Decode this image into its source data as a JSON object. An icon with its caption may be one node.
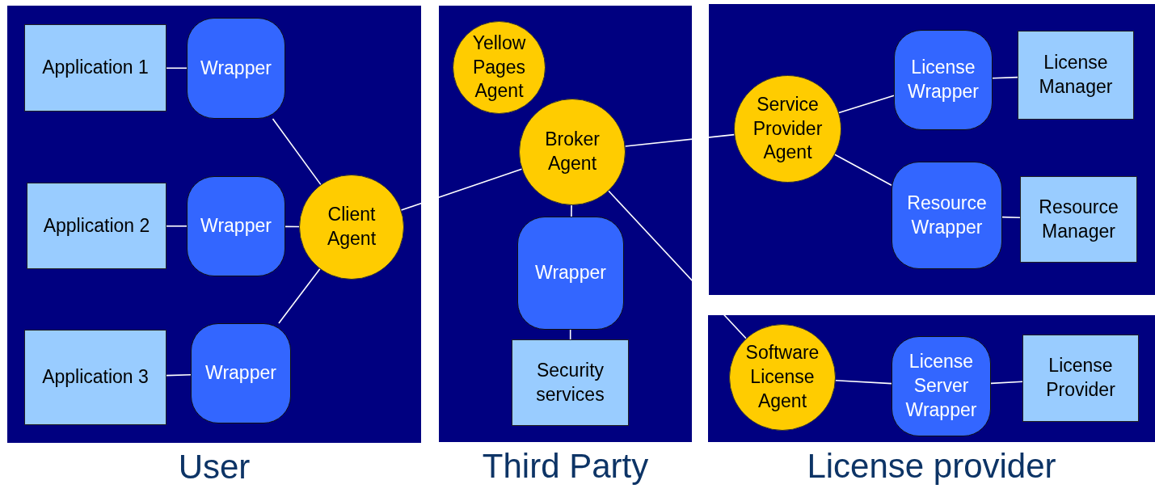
{
  "diagram": {
    "nodes": [
      {
        "text": [
          "User"
        ]
      },
      {
        "text": [
          "Application 1"
        ],
        "in": 0
      },
      {
        "text": [
          "Wrapper"
        ],
        "in": 0
      },
      {
        "text": [
          "Application 2"
        ],
        "in": 0
      },
      {
        "text": [
          "Wrapper"
        ],
        "in": 0
      },
      {
        "text": [
          "Application 3"
        ],
        "in": 0
      },
      {
        "text": [
          "Wrapper"
        ],
        "in": 0
      },
      {
        "text": [
          "Client Agent"
        ],
        "in": 0
      },
      {
        "text": [
          "Third Party"
        ]
      },
      {
        "text": [
          "Yellow Pages Agent"
        ],
        "in": 8
      },
      {
        "text": [
          "Broker Agent"
        ],
        "in": 8
      },
      {
        "text": [
          "Wrapper"
        ],
        "in": 8
      },
      {
        "text": [
          "Security services"
        ],
        "in": 8
      },
      {
        "text": [],
        "shape": "box"
      },
      {
        "text": [
          "Service Provider Agent"
        ],
        "in": 13
      },
      {
        "text": [
          "License Wrapper"
        ],
        "in": 13
      },
      {
        "text": [
          "License Manager"
        ],
        "in": 13
      },
      {
        "text": [
          "Resource Wrapper"
        ],
        "in": 13
      },
      {
        "text": [
          "Resource Manager"
        ],
        "in": 13
      },
      {
        "text": [
          "License provider"
        ]
      },
      {
        "text": [
          "Software License Agent"
        ],
        "in": 19
      },
      {
        "text": [
          "License Server Wrapper"
        ],
        "in": 19
      },
      {
        "text": [
          "License Provider"
        ],
        "in": 19
      }
    ],
    "edges": [
      {
        "from": 1,
        "to": 2,
        "arrow": "none"
      },
      {
        "from": 3,
        "to": 4,
        "arrow": "none"
      },
      {
        "from": 5,
        "to": 6,
        "arrow": "none"
      },
      {
        "from": 2,
        "to": 7,
        "arrow": "none"
      },
      {
        "from": 4,
        "to": 7,
        "arrow": "none"
      },
      {
        "from": 6,
        "to": 7,
        "arrow": "none"
      },
      {
        "from": 7,
        "to": 10,
        "arrow": "none"
      },
      {
        "from": 10,
        "to": 11,
        "arrow": "none"
      },
      {
        "from": 11,
        "to": 12,
        "arrow": "none"
      },
      {
        "from": 10,
        "to": 14,
        "arrow": "none"
      },
      {
        "from": 14,
        "to": 15,
        "arrow": "none"
      },
      {
        "from": 15,
        "to": 16,
        "arrow": "none"
      },
      {
        "from": 14,
        "to": 17,
        "arrow": "none"
      },
      {
        "from": 17,
        "to": 18,
        "arrow": "none"
      },
      {
        "from": 10,
        "to": 20,
        "arrow": "none"
      },
      {
        "from": 20,
        "to": 21,
        "arrow": "none"
      },
      {
        "from": 21,
        "to": 22,
        "arrow": "none"
      }
    ]
  }
}
